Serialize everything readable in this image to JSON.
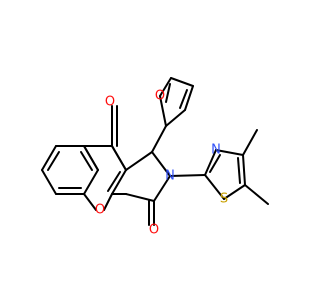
{
  "molecule": {
    "atoms": [
      {
        "id": "O_ketone",
        "symbol": "O",
        "color": "#ff0d0d"
      },
      {
        "id": "O_furan",
        "symbol": "O",
        "color": "#ff0d0d"
      },
      {
        "id": "N_pyrrole",
        "symbol": "N",
        "color": "#3050f8"
      },
      {
        "id": "N_thiazole",
        "symbol": "N",
        "color": "#3050f8"
      },
      {
        "id": "S_thiazole",
        "symbol": "S",
        "color": "#c8a000"
      },
      {
        "id": "O_pyran",
        "symbol": "O",
        "color": "#ff0d0d"
      },
      {
        "id": "O_lactam",
        "symbol": "O",
        "color": "#ff0d0d"
      }
    ]
  },
  "colors": {
    "bond": "#000000",
    "background": "#ffffff"
  }
}
